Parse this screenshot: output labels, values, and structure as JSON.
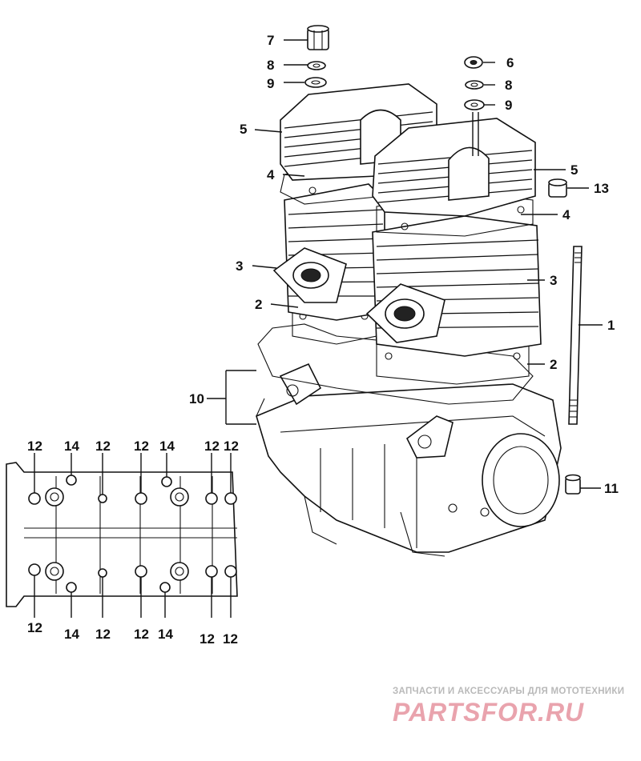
{
  "diagram": {
    "callouts": [
      {
        "id": "c7",
        "label": "7"
      },
      {
        "id": "c8a",
        "label": "8"
      },
      {
        "id": "c9a",
        "label": "9"
      },
      {
        "id": "c6",
        "label": "6"
      },
      {
        "id": "c8b",
        "label": "8"
      },
      {
        "id": "c9b",
        "label": "9"
      },
      {
        "id": "c5a",
        "label": "5"
      },
      {
        "id": "c5b",
        "label": "5"
      },
      {
        "id": "c4a",
        "label": "4"
      },
      {
        "id": "c13",
        "label": "13"
      },
      {
        "id": "c4b",
        "label": "4"
      },
      {
        "id": "c3a",
        "label": "3"
      },
      {
        "id": "c3b",
        "label": "3"
      },
      {
        "id": "c1",
        "label": "1"
      },
      {
        "id": "c2a",
        "label": "2"
      },
      {
        "id": "c2b",
        "label": "2"
      },
      {
        "id": "c10",
        "label": "10"
      },
      {
        "id": "c11",
        "label": "11"
      },
      {
        "id": "t1",
        "label": "12"
      },
      {
        "id": "t2",
        "label": "14"
      },
      {
        "id": "t3",
        "label": "12"
      },
      {
        "id": "t4",
        "label": "12"
      },
      {
        "id": "t5",
        "label": "14"
      },
      {
        "id": "t6",
        "label": "12"
      },
      {
        "id": "t7",
        "label": "12"
      },
      {
        "id": "b1",
        "label": "12"
      },
      {
        "id": "b2",
        "label": "14"
      },
      {
        "id": "b3",
        "label": "12"
      },
      {
        "id": "b4",
        "label": "12"
      },
      {
        "id": "b5",
        "label": "14"
      },
      {
        "id": "b6",
        "label": "12"
      },
      {
        "id": "b7",
        "label": "12"
      }
    ]
  },
  "watermark": {
    "subtitle": "ЗАПЧАСТИ И АКСЕССУАРЫ ДЛЯ МОТОТЕХНИКИ",
    "logo": "PARTSFOR.RU"
  },
  "colors": {
    "line": "#111111",
    "watermark_text": "#b9b9b9",
    "watermark_logo": "#e9a3ad"
  }
}
